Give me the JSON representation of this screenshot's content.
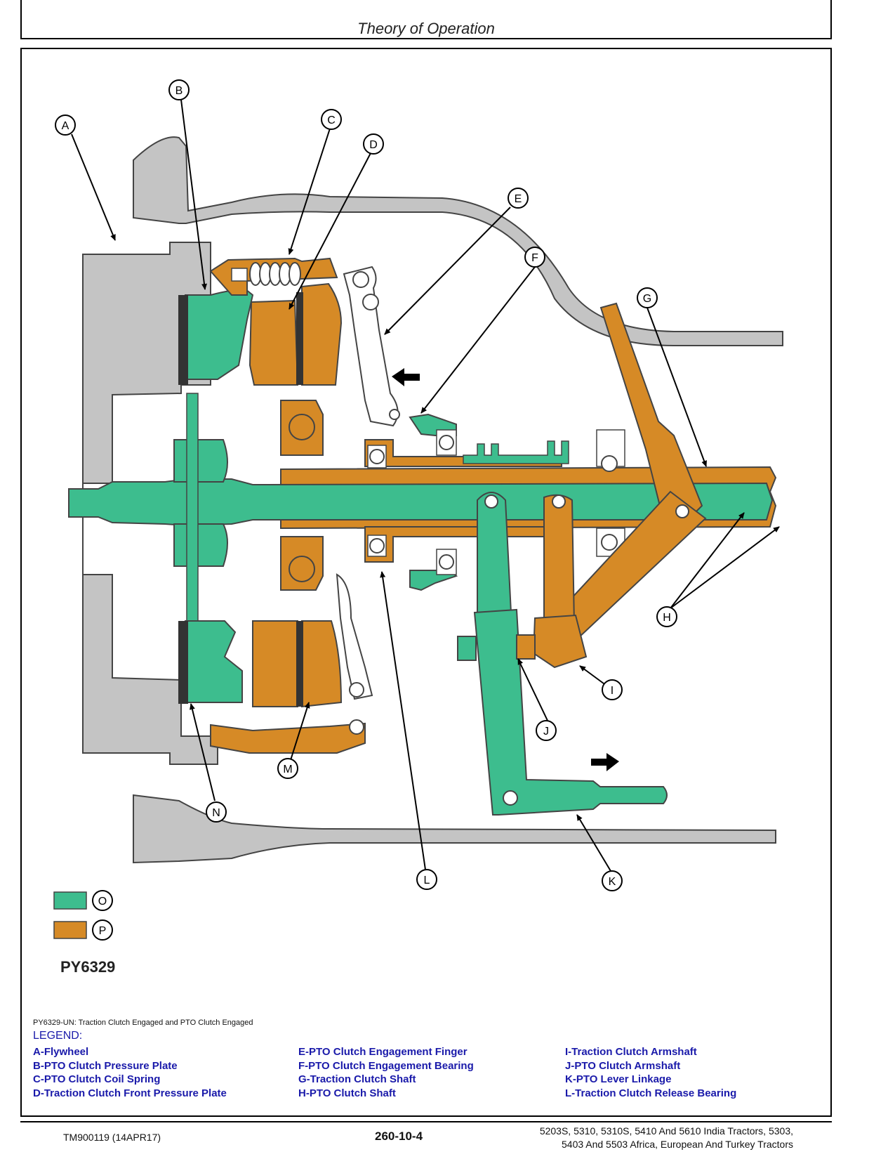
{
  "header": {
    "title": "Theory of Operation"
  },
  "figure": {
    "id": "PY6329",
    "callouts": [
      "A",
      "B",
      "C",
      "D",
      "E",
      "F",
      "G",
      "H",
      "I",
      "J",
      "K",
      "L",
      "M",
      "N"
    ],
    "key": [
      {
        "letter": "O",
        "color": "#3dbd8e"
      },
      {
        "letter": "P",
        "color": "#d68a26"
      }
    ],
    "colors": {
      "green": "#3dbd8e",
      "orange": "#d68a26",
      "gray": "#c4c4c4",
      "outline": "#444444"
    }
  },
  "caption": "PY6329-UN: Traction Clutch Engaged and PTO Clutch Engaged",
  "legend": {
    "title": "LEGEND:",
    "col1": [
      "A-Flywheel",
      "B-PTO Clutch Pressure Plate",
      "C-PTO Clutch Coil Spring",
      "D-Traction Clutch Front Pressure Plate"
    ],
    "col2": [
      "E-PTO Clutch Engagement Finger",
      "F-PTO Clutch Engagement Bearing",
      "G-Traction Clutch Shaft",
      "H-PTO Clutch Shaft"
    ],
    "col3": [
      "I-Traction Clutch Armshaft",
      "J-PTO Clutch Armshaft",
      "K-PTO Lever Linkage",
      "L-Traction Clutch Release Bearing"
    ]
  },
  "footer": {
    "doc_id": "TM900119 (14APR17)",
    "page": "260-10-4",
    "models_line1": "5203S, 5310, 5310S, 5410 And 5610 India Tractors, 5303,",
    "models_line2": "5403 And 5503 Africa, European And Turkey Tractors"
  }
}
